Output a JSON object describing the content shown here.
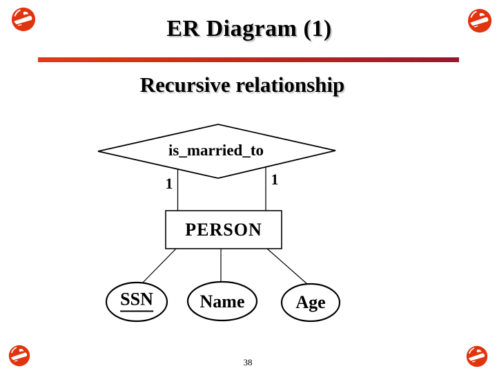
{
  "slide": {
    "title": "ER Diagram (1)",
    "subtitle": "Recursive relationship",
    "page_number": "38"
  },
  "colors": {
    "accent_bar_start": "#e53b0e",
    "accent_bar_end": "#9c152e",
    "logo_red": "#e0340e",
    "shape_stroke": "#000000",
    "text": "#000000"
  },
  "icons": {
    "corner_logo": "globe-swoosh-logo-icon"
  },
  "diagram": {
    "relationship": {
      "label": "is_married_to",
      "shape": "diamond"
    },
    "entity": {
      "label": "PERSON",
      "shape": "rectangle"
    },
    "cardinalities": [
      {
        "label": "1",
        "side": "left"
      },
      {
        "label": "1",
        "side": "right"
      }
    ],
    "attributes": [
      {
        "label": "SSN",
        "shape": "ellipse",
        "key": true
      },
      {
        "label": "Name",
        "shape": "ellipse",
        "key": false
      },
      {
        "label": "Age",
        "shape": "ellipse",
        "key": false
      }
    ]
  }
}
